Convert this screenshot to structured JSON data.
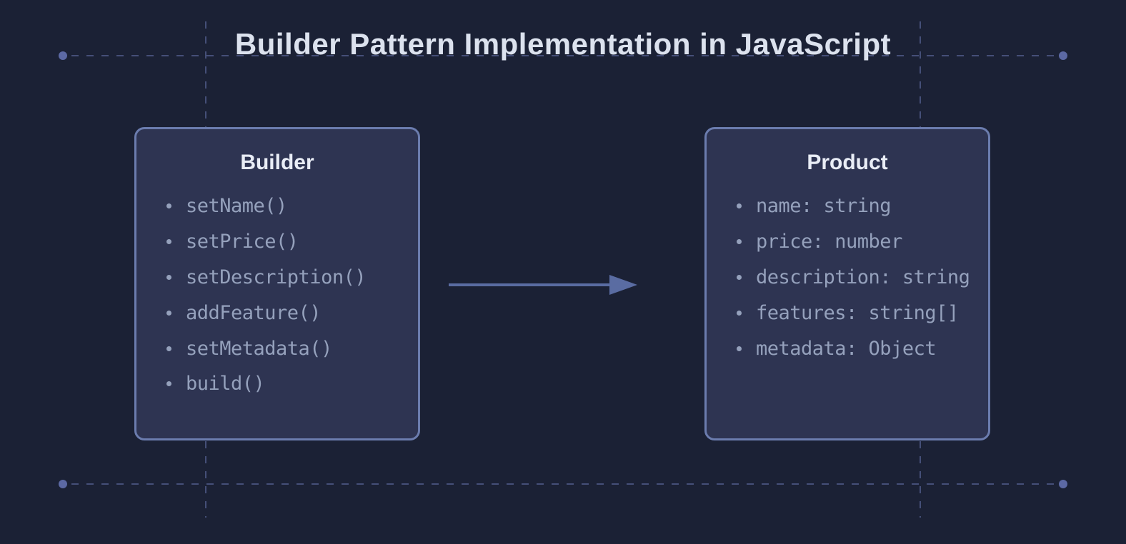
{
  "title": "Builder Pattern Implementation in JavaScript",
  "builder_box": {
    "title": "Builder",
    "items": [
      "setName()",
      "setPrice()",
      "setDescription()",
      "addFeature()",
      "setMetadata()",
      "build()"
    ]
  },
  "product_box": {
    "title": "Product",
    "items": [
      "name: string",
      "price: number",
      "description: string",
      "features: string[]",
      "metadata: Object"
    ]
  },
  "icons": {
    "arrow_right": "→",
    "bullet": "•",
    "corner_dot": "●"
  },
  "colors": {
    "background": "#1b2135",
    "box_fill": "#2e3452",
    "box_border": "#6b7cae",
    "arrow": "#5a6ca2",
    "guide_line": "#454f78",
    "guide_dot": "#5c69a4",
    "title_text": "#dce2ee",
    "box_title_text": "#e9edf6",
    "list_text": "#95a1bc"
  }
}
